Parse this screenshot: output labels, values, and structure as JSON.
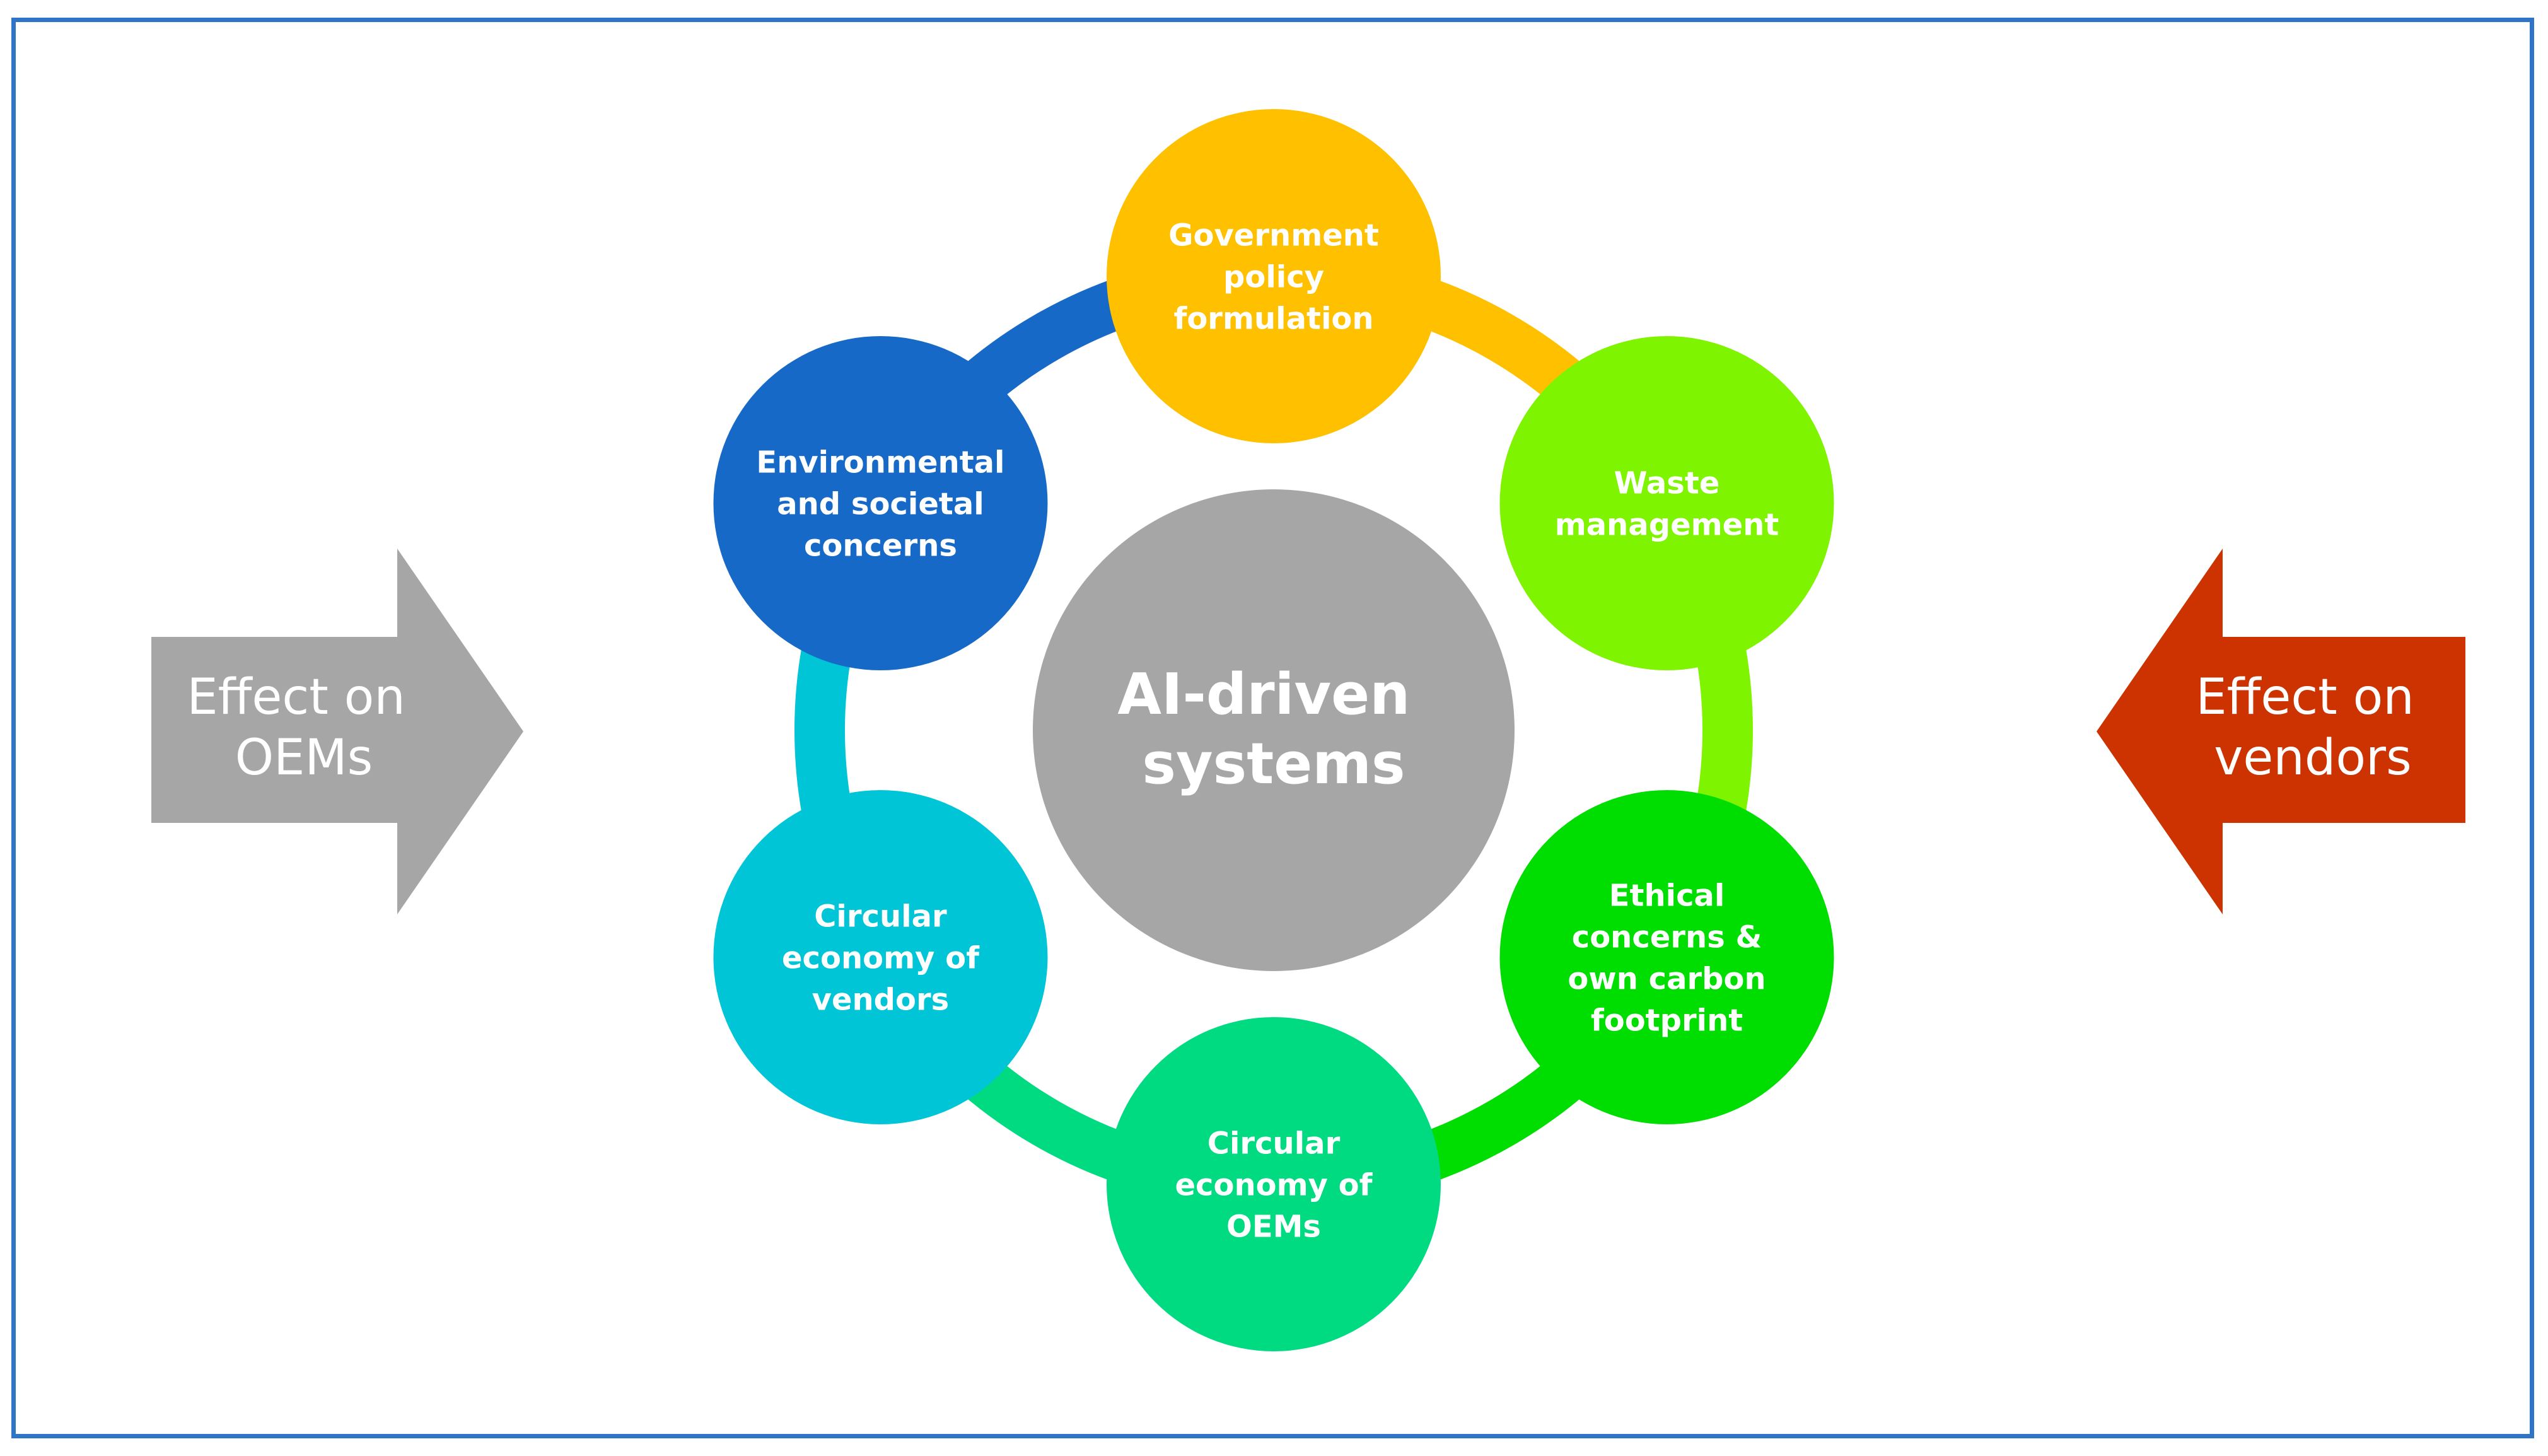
{
  "center": {
    "label_lines": [
      "AI-driven",
      "systems"
    ],
    "color": "#a6a6a6"
  },
  "nodes": [
    {
      "id": "government-policy",
      "label_lines": [
        "Government",
        "policy",
        "formulation"
      ],
      "color": "#ffc000"
    },
    {
      "id": "waste-management",
      "label_lines": [
        "Waste",
        "management"
      ],
      "color": "#7ff400"
    },
    {
      "id": "ethical-concerns",
      "label_lines": [
        "Ethical",
        "concerns &",
        "own carbon",
        "footprint"
      ],
      "color": "#00dd00"
    },
    {
      "id": "circular-economy-oems",
      "label_lines": [
        "Circular",
        "economy of",
        "OEMs"
      ],
      "color": "#00db82"
    },
    {
      "id": "circular-economy-vendors",
      "label_lines": [
        "Circular",
        "economy of",
        "vendors"
      ],
      "color": "#00c5d6"
    },
    {
      "id": "environmental-societal",
      "label_lines": [
        "Environmental",
        "and societal",
        "concerns"
      ],
      "color": "#1769c8"
    }
  ],
  "ring_segment_colors": [
    "#ffc000",
    "#7ff400",
    "#00dd00",
    "#00db82",
    "#00c5d6",
    "#1769c8"
  ],
  "left_arrow": {
    "label_lines": [
      "Effect on",
      "OEMs"
    ],
    "color": "#a6a6a6"
  },
  "right_arrow": {
    "label_lines": [
      "Effect on",
      "vendors"
    ],
    "color": "#cc3300"
  },
  "frame_color": "#2f74c6"
}
